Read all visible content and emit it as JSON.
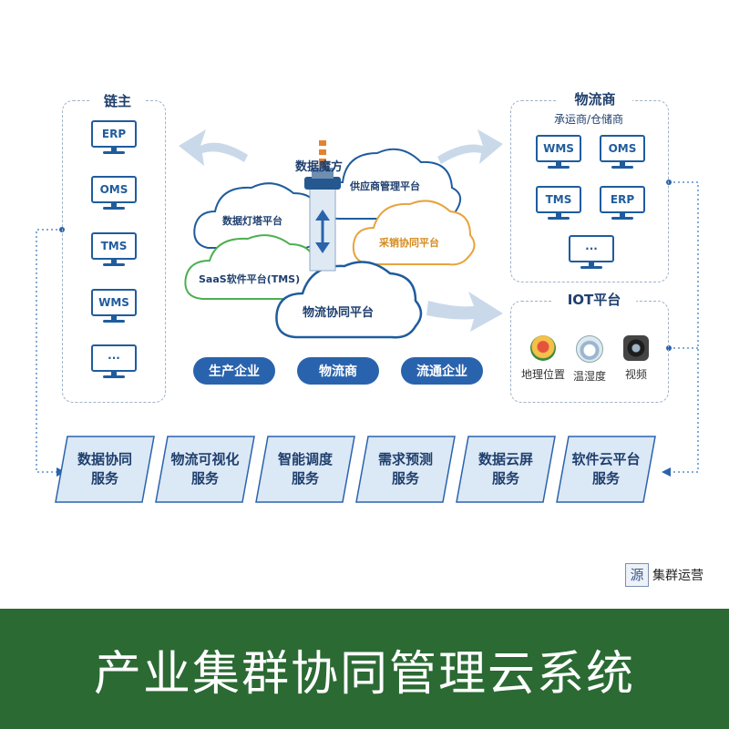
{
  "left_panel": {
    "title": "链主",
    "items": [
      "ERP",
      "OMS",
      "TMS",
      "WMS",
      "···"
    ]
  },
  "right_panel": {
    "title": "物流商",
    "subtitle": "承运商/仓储商",
    "items": [
      "WMS",
      "OMS",
      "TMS",
      "ERP",
      "···"
    ]
  },
  "iot_panel": {
    "title": "IOT平台",
    "items": [
      {
        "label": "地理位置",
        "icon": "location-pin-icon"
      },
      {
        "label": "温湿度",
        "icon": "thermometer-gauge-icon"
      },
      {
        "label": "视频",
        "icon": "camera-icon"
      }
    ]
  },
  "center": {
    "tower_label": "数据魔方",
    "clouds": {
      "lighthouse": "数据灯塔平台",
      "supplier": "供应商管理平台",
      "purchase": "采销协同平台",
      "saas": "SaaS软件平台(TMS)",
      "logistics": "物流协同平台"
    },
    "pills": [
      "生产企业",
      "物流商",
      "流通企业"
    ]
  },
  "services": [
    {
      "line1": "数据协同",
      "line2": "服务"
    },
    {
      "line1": "物流可视化",
      "line2": "服务"
    },
    {
      "line1": "智能调度",
      "line2": "服务"
    },
    {
      "line1": "需求预测",
      "line2": "服务"
    },
    {
      "line1": "数据云屏",
      "line2": "服务"
    },
    {
      "line1": "软件云平台",
      "line2": "服务"
    }
  ],
  "watermark": {
    "seal": "源",
    "text": "集群运营"
  },
  "banner": {
    "title": "产业集群协同管理云系统"
  },
  "colors": {
    "accent": "#2a63ad",
    "banner_bg": "#2b6a33",
    "cloud_blue": "#1f5c9e",
    "cloud_green": "#4caf50",
    "cloud_orange": "#e8a33d"
  }
}
